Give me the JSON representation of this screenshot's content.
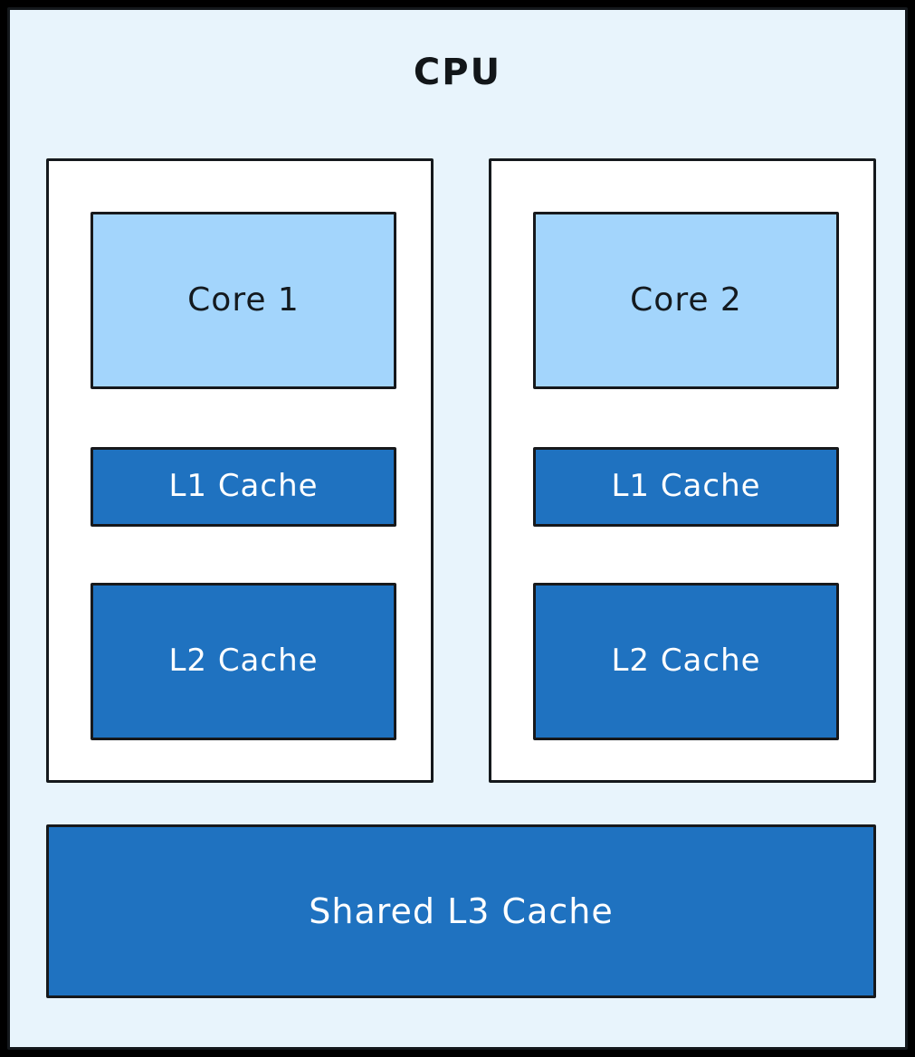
{
  "diagram": {
    "title": "CPU",
    "type": "cpu-cache-hierarchy",
    "colors": {
      "page_background": "#000000",
      "cpu_background": "#e8f4fc",
      "core_container_background": "#ffffff",
      "core_block": "#a3d5fc",
      "cache_block": "#1f72c0",
      "stroke": "#17191c",
      "cache_text": "#ffffff",
      "core_text": "#141a1f"
    },
    "columns": [
      {
        "id": "core-column-1",
        "core": {
          "label": "Core 1"
        },
        "l1": {
          "label": "L1 Cache"
        },
        "l2": {
          "label": "L2 Cache"
        }
      },
      {
        "id": "core-column-2",
        "core": {
          "label": "Core 2"
        },
        "l1": {
          "label": "L1 Cache"
        },
        "l2": {
          "label": "L2 Cache"
        }
      }
    ],
    "shared": {
      "l3": {
        "label": "Shared L3 Cache"
      }
    }
  }
}
